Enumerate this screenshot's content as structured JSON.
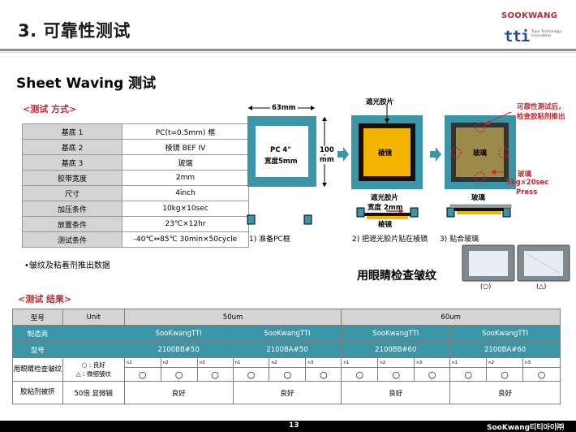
{
  "header": {
    "title": "3. 可靠性测试",
    "logo_word": "SOOKWANG",
    "logo_mark": "tti",
    "logo_sub": "Tape Technology Innovation"
  },
  "subtitle": "Sheet Waving 测试",
  "method_heading": "<测试 方式>",
  "conditions": [
    {
      "label": "基底 1",
      "value": "PC(t=0.5mm) 框"
    },
    {
      "label": "基底 2",
      "value": "棱镜 BEF IV"
    },
    {
      "label": "基底 3",
      "value": "玻璃"
    },
    {
      "label": "胶带宽度",
      "value": "2mm"
    },
    {
      "label": "尺寸",
      "value": "4inch"
    },
    {
      "label": "加压条件",
      "value": "10kg×10sec"
    },
    {
      "label": "放置条件",
      "value": "23℃×12hr"
    },
    {
      "label": "测试条件",
      "value": "-40℃⇔85℃ 30min×50cycle"
    }
  ],
  "note": "•皱纹及粘着剂推出数据",
  "diagram": {
    "dim_width": "63mm",
    "pc_label": "PC 4\"",
    "width_label": "宽度5mm",
    "dim_height_num": "100",
    "dim_height_unit": "mm",
    "shading_tape": "遮光胶片",
    "prism": "棱镜",
    "shading_tape_2": "遮光胶片",
    "width_2mm": "宽度 2mm",
    "prism_2": "棱镜",
    "after_test_1": "可靠性测试后，",
    "after_test_2": "检查胶粘剂推出",
    "glass": "玻璃",
    "press_1": "玻璃",
    "press_2": "5kg×20sec",
    "press_3": "Press",
    "glass_2": "玻璃",
    "step1": "1) 准备PC框",
    "step2": "2) 把遮光胶片贴在棱镜",
    "step3": "3) 贴合玻璃",
    "inspect": "用眼睛检查皱纹",
    "photo_label_ok": "(○)",
    "photo_label_fine": "(△)"
  },
  "result_heading": "<测试 结果>",
  "results": {
    "row_model": "型号",
    "row_unit": "Unit",
    "group1": "50um",
    "group2": "60um",
    "row_maker": "制造商",
    "makers": [
      "SooKwangTTI",
      "SooKwangTTI",
      "SooKwangTTI",
      "SooKwangTTI"
    ],
    "row_type": "型号",
    "types": [
      "2100BB#50",
      "2100BA#50",
      "2100BB#60",
      "2100BA#60"
    ],
    "row_visual": "用眼睛检查皱纹",
    "legend_ok": "○ : 良好",
    "legend_fine": "△ : 微细皱纹",
    "n_labels": [
      "n1",
      "n2",
      "n3",
      "n1",
      "n2",
      "n3",
      "n1",
      "n2",
      "n3",
      "n1",
      "n2",
      "n3"
    ],
    "marks": [
      "○",
      "○",
      "○",
      "○",
      "○",
      "○",
      "○",
      "○",
      "○",
      "○",
      "○",
      "○"
    ],
    "row_adhesive": "胶粘剂被挤",
    "adhesive_unit": "50倍 显微镜",
    "adhesive": [
      "良好",
      "良好",
      "良好",
      "良好"
    ]
  },
  "footer": {
    "page": "13",
    "brand": "SooKwang티티아이㈜"
  }
}
